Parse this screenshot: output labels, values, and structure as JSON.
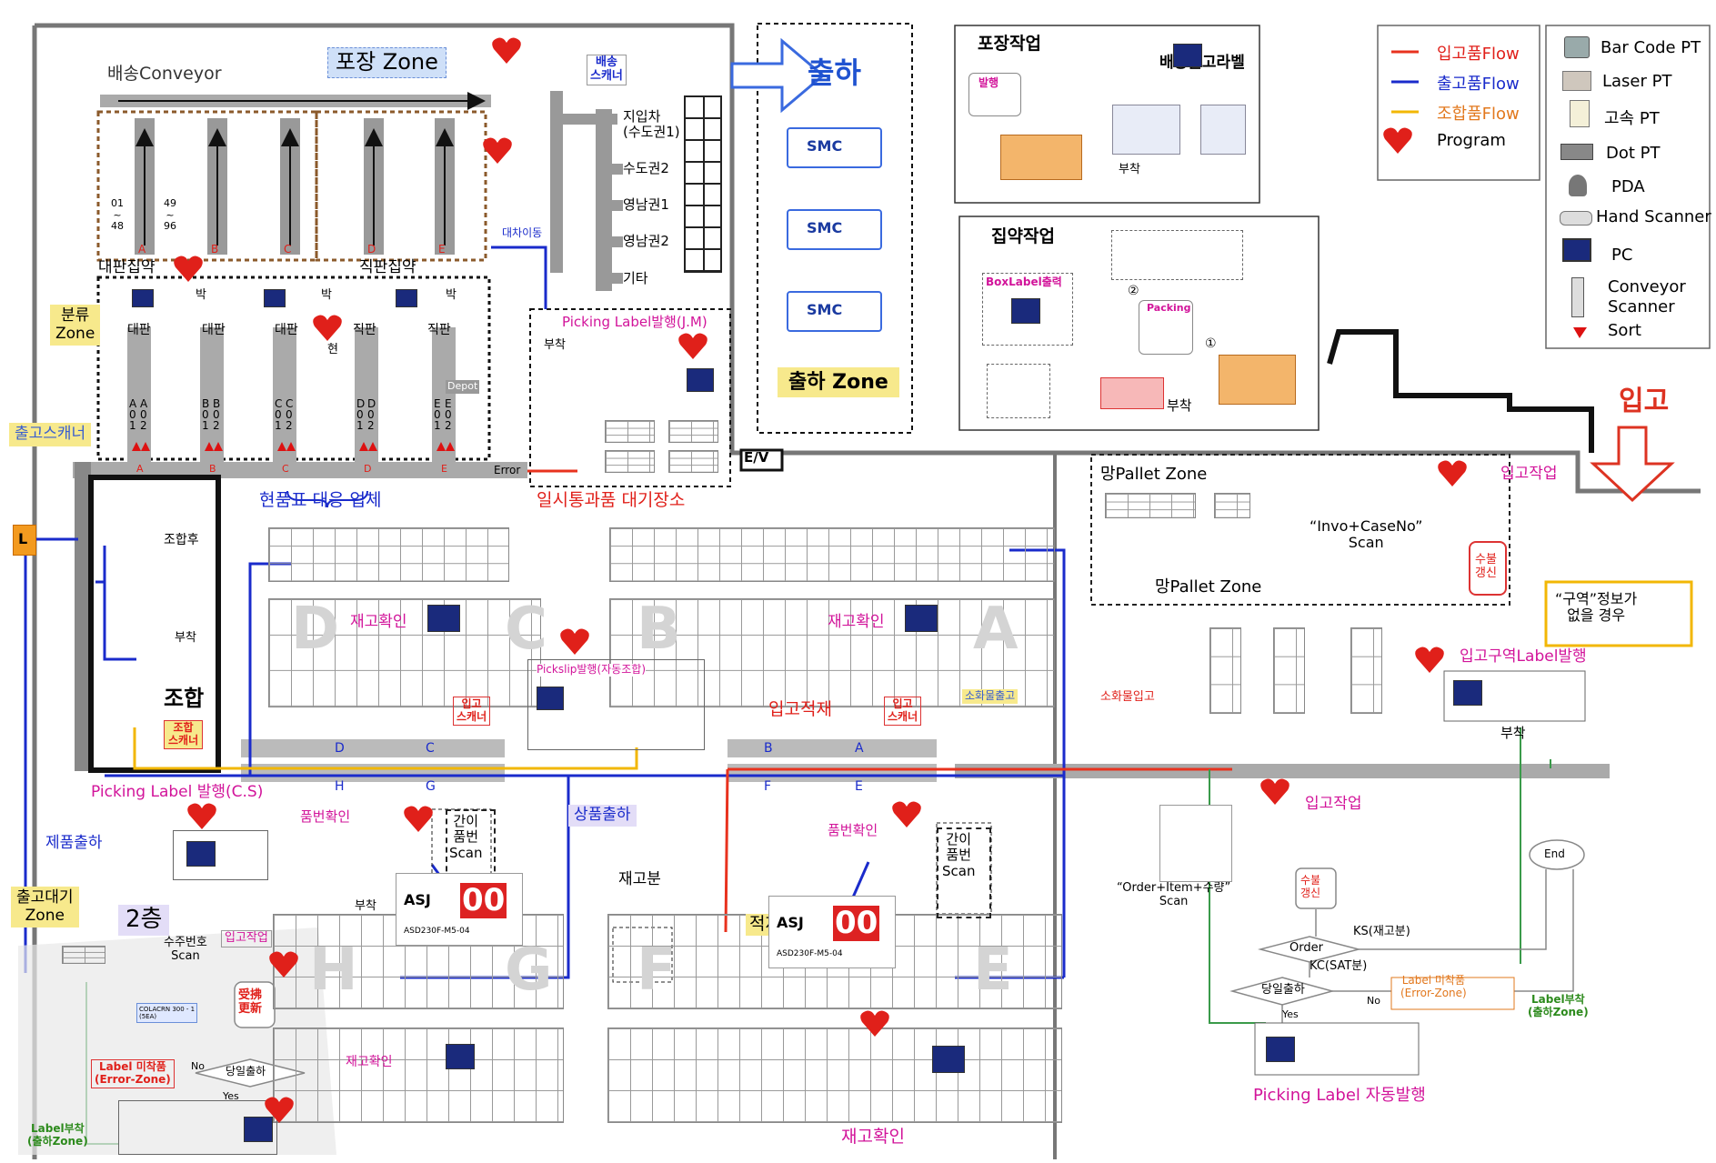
{
  "zones": {
    "packing_zone": "포장 Zone",
    "delivery_conveyor": "배송Conveyor",
    "delivery_scanner": "배송\n스캐너",
    "shipping": "출하",
    "shipping_zone": "출하 Zone",
    "sort_zone": "분류\nZone",
    "outbound_scanner": "출고스캐너",
    "combine": "조합",
    "combine_scanner": "조합\n스캐너",
    "after_combine": "조합후",
    "outbound_wait_zone": "출고대기\nZone",
    "floor2": "2층",
    "product_shipping": "제품출하",
    "mesh_pallet_zone_top": "망Pallet Zone",
    "mesh_pallet_zone_bottom": "망Pallet Zone",
    "inbound": "입고",
    "inbound_loading": "입고적재",
    "goods_shipping": "상품출하",
    "ev": "E/V"
  },
  "regions": {
    "large_plate_gather": "대판집약",
    "direct_plate_gather": "직판집약",
    "current_slip_vendor": "현품표 대응 업체",
    "temp_waiting": "일시통과품 대기장소",
    "vehicle_move": "대차이동",
    "error": "Error",
    "depot": "Depot",
    "current": "현",
    "box": "박"
  },
  "sort_lanes": [
    {
      "type": "대판",
      "code": "A\n0\n1",
      "code2": "A\n0\n2",
      "tag": "A"
    },
    {
      "type": "대판",
      "code": "B\n0\n1",
      "code2": "B\n0\n2",
      "tag": "B"
    },
    {
      "type": "대판",
      "code": "C\n0\n1",
      "code2": "C\n0\n2",
      "tag": "C"
    },
    {
      "type": "직판",
      "code": "D\n0\n1",
      "code2": "D\n0\n2",
      "tag": "D"
    },
    {
      "type": "직판",
      "code": "E\n0\n1",
      "code2": "E\n0\n2",
      "tag": "E"
    }
  ],
  "top_lanes": [
    "A",
    "B",
    "C",
    "D",
    "E"
  ],
  "lane_ranges": [
    "01\n~\n48",
    "49\n~\n96"
  ],
  "destinations": [
    "지입차\n(수도권1)",
    "수도권2",
    "영남권1",
    "영남권2",
    "기타"
  ],
  "trucks": [
    "SMC",
    "SMC",
    "SMC"
  ],
  "packing_panel": {
    "title": "포장작업",
    "issue": "발행",
    "label": "배송출고라벨",
    "attach": "부착"
  },
  "gather_panel": {
    "title": "집약작업",
    "box_label": "BoxLabel출력",
    "packing": "Packing",
    "step1": "①",
    "step2": "②",
    "attach": "부착"
  },
  "legend_flow": [
    {
      "label": "입고품Flow",
      "color": "#e8321e"
    },
    {
      "label": "출고품Flow",
      "color": "#1a2bcb"
    },
    {
      "label": "조합품Flow",
      "color": "#f2b705"
    },
    {
      "label": "Program",
      "color": "#e0201a"
    }
  ],
  "legend_devices": [
    "Bar Code PT",
    "Laser PT",
    "고속 PT",
    "Dot PT",
    "PDA",
    "Hand Scanner",
    "PC",
    "Conveyor\nScanner",
    "Sort"
  ],
  "picking_labels": {
    "jm": "Picking Label발행(J.M)",
    "cs": "Picking Label 발행(C.S)",
    "auto": "Picking Label 자동발행",
    "attach": "부착"
  },
  "storage_blocks": [
    "D",
    "C",
    "B",
    "A",
    "H",
    "G",
    "F",
    "E"
  ],
  "stock_check": "재고확인",
  "pickslip": "Pickslip발행(자동조합)",
  "conveyor_marks": {
    "left_top": [
      "D",
      "C"
    ],
    "left_bottom": [
      "H",
      "G"
    ],
    "right_top": [
      "B",
      "A"
    ],
    "right_bottom": [
      "F",
      "E"
    ]
  },
  "inbound_scanner": "입고\n스캐너",
  "outbound_scanner2": "입고\n스캐너",
  "small_out": "소화물출고",
  "small_in": "소화물입고",
  "part_check": "품번확인",
  "simple_part_scan": "간이\n품번\nScan",
  "stock_part": "재고분",
  "loading": "적재",
  "part_tag": {
    "code": "ASJ",
    "num": "00",
    "sub": "ASD230F-M5-04"
  },
  "inbound_work": "입고작업",
  "invo_scan": "“Invo+CaseNo”\nScan",
  "update": "수불\n갱신",
  "zone_info": "“구역”정보가\n없을 경우",
  "inbound_zone_label": "입고구역Label발행",
  "order_scan": "“Order+Item+수량”\nScan",
  "flow": {
    "order": "Order",
    "ks": "KS(재고분)",
    "kc": "KC(SAT분)",
    "same_day": "당일출하",
    "yes": "Yes",
    "no": "No",
    "unlabeled": "Label 미착품\n(Error-Zone)",
    "end": "End",
    "label_attach": "Label부착\n(출하Zone)"
  },
  "floor2_flow": {
    "order_no_scan": "수주번호\nScan",
    "inbound_work": "입고작업",
    "update": "受拂\n更新",
    "same_day": "당일출하",
    "no": "No",
    "yes": "Yes",
    "unlabeled": "Label 미착품\n(Error-Zone)",
    "label_attach": "Label부착\n(출하Zone)",
    "tag": "COLACRN 300 - 1\n(5EA)"
  },
  "L": "L"
}
